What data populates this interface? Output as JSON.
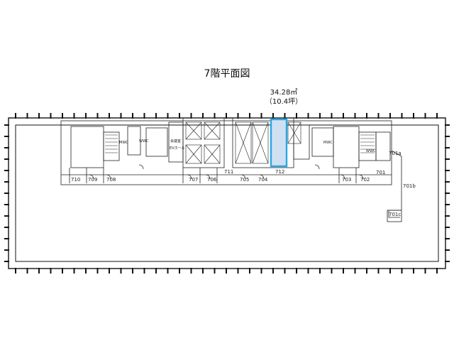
{
  "title": "7階平面図",
  "highlight": {
    "area_m2": "34.28㎡",
    "area_tsubo": "（10.4坪）",
    "room": "712",
    "color": "#29a8e0"
  },
  "rooms": {
    "r710": "710",
    "r709": "709",
    "r708": "708",
    "r707": "707",
    "r706": "706",
    "r705": "705",
    "r704": "704",
    "r711": "711",
    "r703": "703",
    "r702": "702",
    "r701": "701",
    "r701a": "701a",
    "r701b": "701b",
    "r701c": "701c"
  },
  "labels": {
    "elevator_hall": "EVホール",
    "meeting": "会議室",
    "mwc_left": "MWC",
    "wwc_left": "WWC",
    "mwc_right": "MWC",
    "wwc_right": "WWC"
  }
}
